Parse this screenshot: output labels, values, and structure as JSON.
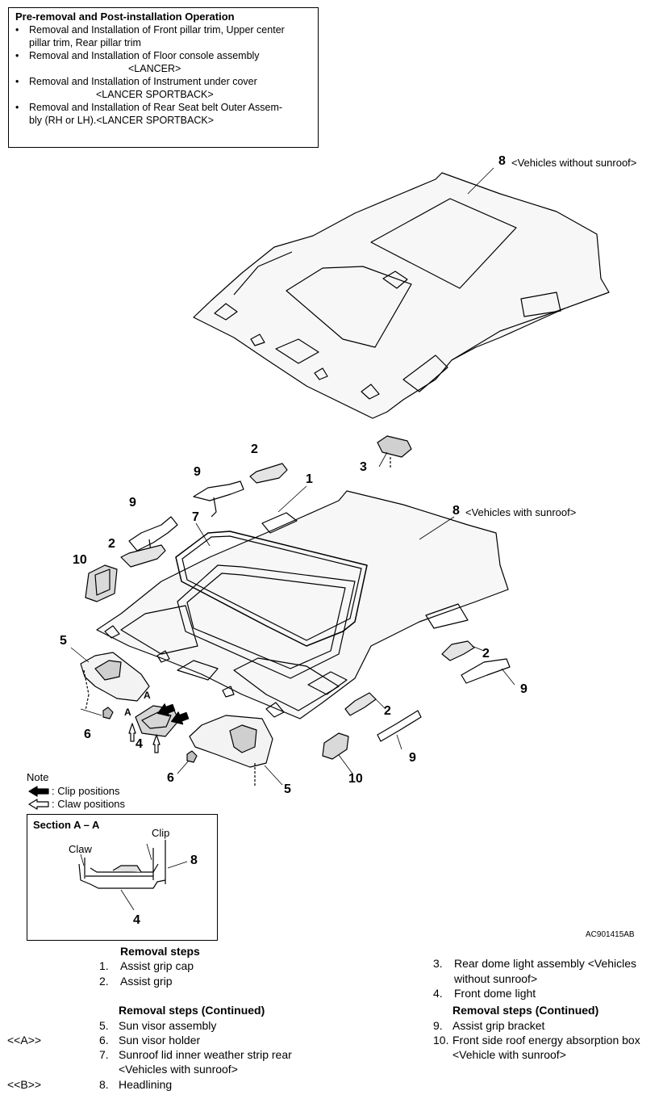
{
  "pre_box": {
    "title": "Pre-removal and Post-installation Operation",
    "items": [
      {
        "line1": "Removal and Installation of Front pillar trim, Upper center",
        "line2": "pillar trim, Rear pillar trim"
      },
      {
        "line1": "Removal and Installation of Floor console assembly",
        "line2": "<LANCER>"
      },
      {
        "line1": "Removal and Installation of Instrument under cover",
        "line2": "<LANCER SPORTBACK>"
      },
      {
        "line1": "Removal and Installation of Rear Seat belt Outer Assem-",
        "line2": "bly (RH or LH).<LANCER SPORTBACK>"
      }
    ]
  },
  "callouts": {
    "n8_top": "8",
    "n8_top_note": "<Vehicles without sunroof>",
    "n8_mid": "8",
    "n8_mid_note": "<Vehicles with sunroof>",
    "n1": "1",
    "n2a": "2",
    "n2b": "2",
    "n2c": "2",
    "n2d": "2",
    "n3": "3",
    "n4": "4",
    "n5a": "5",
    "n5b": "5",
    "n6a": "6",
    "n6b": "6",
    "n7": "7",
    "n9a": "9",
    "n9b": "9",
    "n9c": "9",
    "n9d": "9",
    "n10a": "10",
    "n10b": "10",
    "a1": "A",
    "a2": "A"
  },
  "note": {
    "title": "Note",
    "clip": ": Clip positions",
    "claw": ": Claw positions"
  },
  "section": {
    "title": "Section A – A",
    "clip": "Clip",
    "claw": "Claw",
    "n8": "8",
    "n4": "4"
  },
  "figure_code": "AC901415AB",
  "steps": {
    "left_header": "Removal steps",
    "left": [
      {
        "n": "1.",
        "text": "Assist grip cap"
      },
      {
        "n": "2.",
        "text": "Assist grip"
      }
    ],
    "left_cont_header": "Removal steps (Continued)",
    "left_cont": [
      {
        "marker": "",
        "n": "5.",
        "text": "Sun visor assembly"
      },
      {
        "marker": "<<A>>",
        "n": "6.",
        "text": "Sun visor holder"
      },
      {
        "marker": "",
        "n": "7.",
        "text": "Sunroof lid inner weather strip rear"
      },
      {
        "marker": "",
        "n": "",
        "text": "<Vehicles with sunroof>"
      },
      {
        "marker": "<<B>>",
        "n": "8.",
        "text": "Headlining"
      }
    ],
    "right": [
      {
        "n": "3.",
        "text": "Rear dome light assembly <Vehicles"
      },
      {
        "n": "",
        "text": "without sunroof>"
      },
      {
        "n": "4.",
        "text": "Front dome light"
      }
    ],
    "right_cont_header": "Removal steps (Continued)",
    "right_cont": [
      {
        "n": "9.",
        "text": "Assist grip bracket"
      },
      {
        "n": "10.",
        "text": "Front side roof energy absorption box"
      },
      {
        "n": "",
        "text": "<Vehicle with sunroof>"
      }
    ]
  }
}
